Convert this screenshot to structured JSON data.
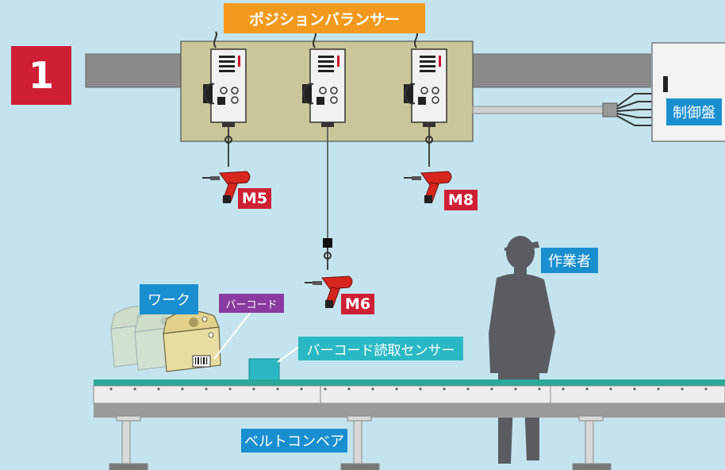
{
  "step_number": "1",
  "labels": {
    "position_balancer": "ポジションバランサー",
    "control_panel": "制御盤",
    "worker": "作業者",
    "work": "ワーク",
    "barcode": "バーコード",
    "barcode_sensor": "バーコード読取センサー",
    "belt_conveyor": "ベルトコンベア"
  },
  "tools": [
    {
      "label": "M5"
    },
    {
      "label": "M6"
    },
    {
      "label": "M8"
    }
  ],
  "colors": {
    "background": "#c3e4ee",
    "orange": "#f39a1e",
    "blue": "#1a8fd0",
    "teal": "#2ab9c4",
    "purple": "#8a3aa0",
    "red": "#cf1f34",
    "panel": "#c9c699"
  }
}
